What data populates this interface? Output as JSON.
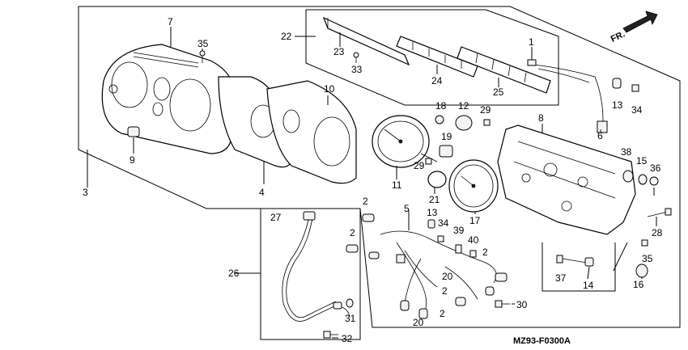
{
  "diagram": {
    "code": "MZ93-F0300A",
    "direction_label": "FR.",
    "callouts": [
      "1",
      "2",
      "3",
      "4",
      "5",
      "6",
      "7",
      "8",
      "9",
      "10",
      "11",
      "12",
      "13",
      "14",
      "15",
      "16",
      "17",
      "18",
      "19",
      "20",
      "21",
      "22",
      "23",
      "24",
      "25",
      "26",
      "27",
      "28",
      "29",
      "30",
      "31",
      "32",
      "33",
      "34",
      "35",
      "36",
      "37",
      "38",
      "39",
      "40"
    ]
  }
}
